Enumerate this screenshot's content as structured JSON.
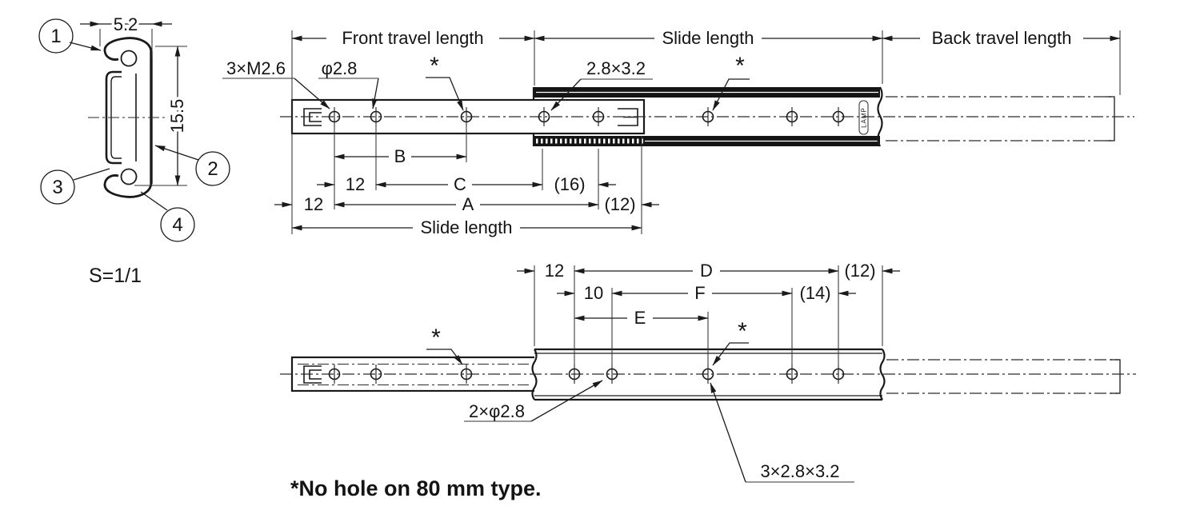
{
  "section": {
    "c1": "1",
    "c2": "2",
    "c3": "3",
    "c4": "4",
    "width": "5.2",
    "height": "15.5",
    "scale": "S=1/1"
  },
  "top": {
    "front_travel": "Front travel length",
    "slide_top": "Slide length",
    "back_travel": "Back travel length",
    "thread": "3×M2.6",
    "dia": "φ2.8",
    "star1": "*",
    "slot": "2.8×3.2",
    "star2": "*",
    "b": "B",
    "twelve_c": "12",
    "c": "C",
    "p16": "(16)",
    "twelve_a": "12",
    "a": "A",
    "p12": "(12)",
    "slide_bottom": "Slide length",
    "logo": "LAMP"
  },
  "bottom": {
    "twelve": "12",
    "d": "D",
    "p12": "(12)",
    "ten": "10",
    "f": "F",
    "p14": "(14)",
    "e": "E",
    "star1": "*",
    "star2": "*",
    "holes": "2×φ2.8",
    "slots": "3×2.8×3.2"
  },
  "footnote": "*No hole on 80 mm type."
}
